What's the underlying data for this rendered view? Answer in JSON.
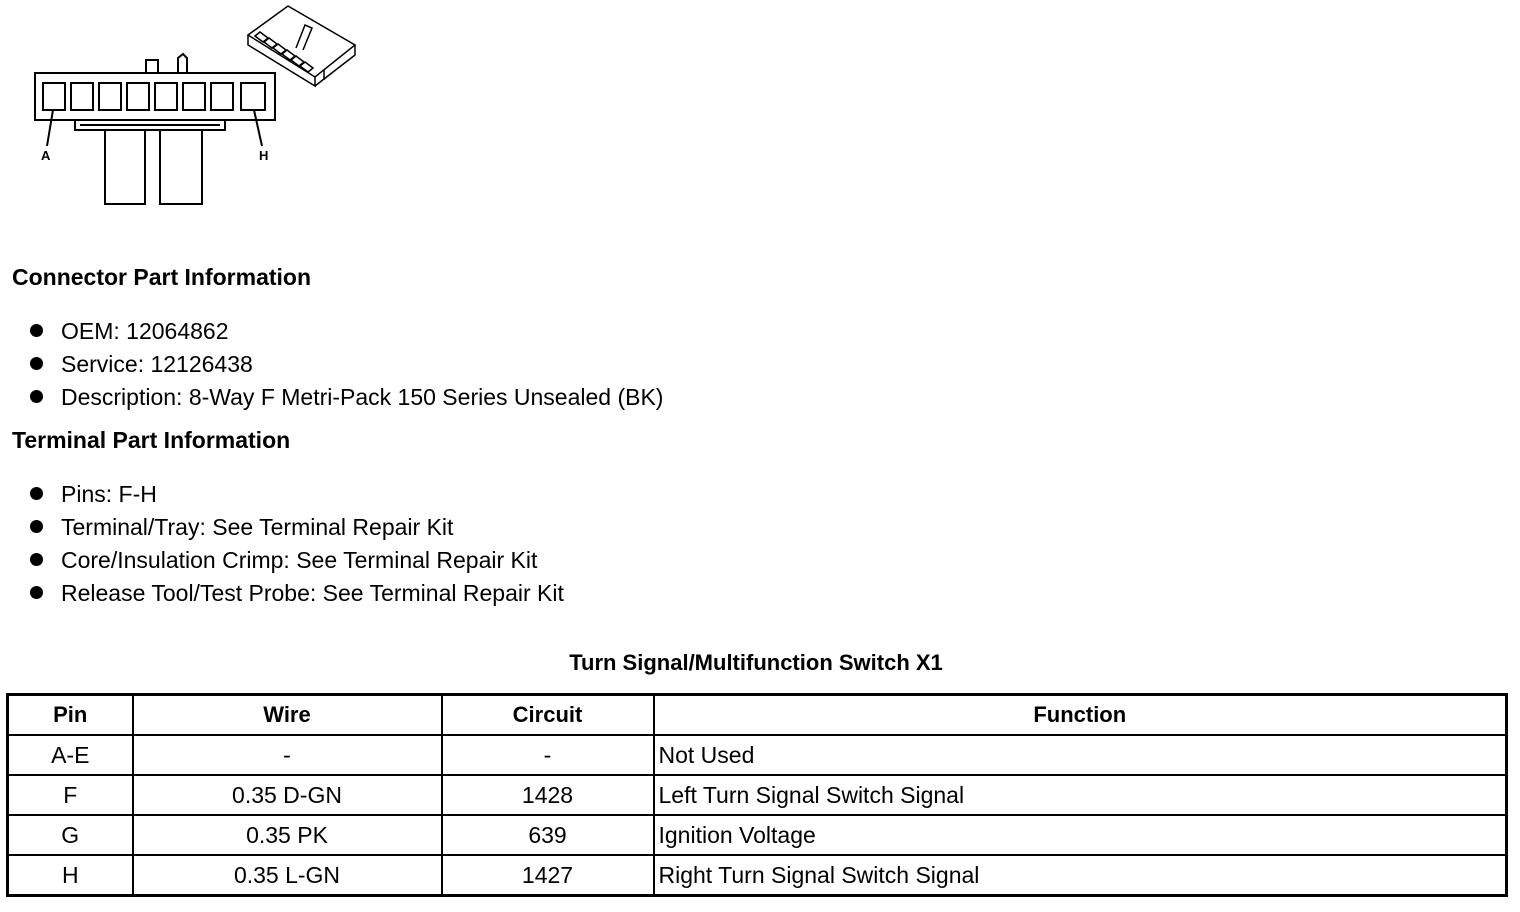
{
  "connector": {
    "pin_left_label": "A",
    "pin_right_label": "H"
  },
  "connector_section": {
    "title": "Connector Part Information",
    "items": [
      "OEM: 12064862",
      "Service: 12126438",
      "Description: 8-Way F Metri-Pack 150 Series Unsealed (BK)"
    ]
  },
  "terminal_section": {
    "title": "Terminal Part Information",
    "items": [
      "Pins: F-H",
      "Terminal/Tray: See Terminal Repair Kit",
      "Core/Insulation Crimp: See Terminal Repair Kit",
      "Release Tool/Test Probe: See Terminal Repair Kit"
    ]
  },
  "table": {
    "title": "Turn Signal/Multifunction Switch X1",
    "headers": [
      "Pin",
      "Wire",
      "Circuit",
      "Function"
    ],
    "rows": [
      [
        "A-E",
        "-",
        "-",
        "Not Used"
      ],
      [
        "F",
        "0.35 D-GN",
        "1428",
        "Left Turn Signal Switch Signal"
      ],
      [
        "G",
        "0.35 PK",
        "639",
        "Ignition Voltage"
      ],
      [
        "H",
        "0.35 L-GN",
        "1427",
        "Right Turn Signal Switch Signal"
      ]
    ]
  }
}
